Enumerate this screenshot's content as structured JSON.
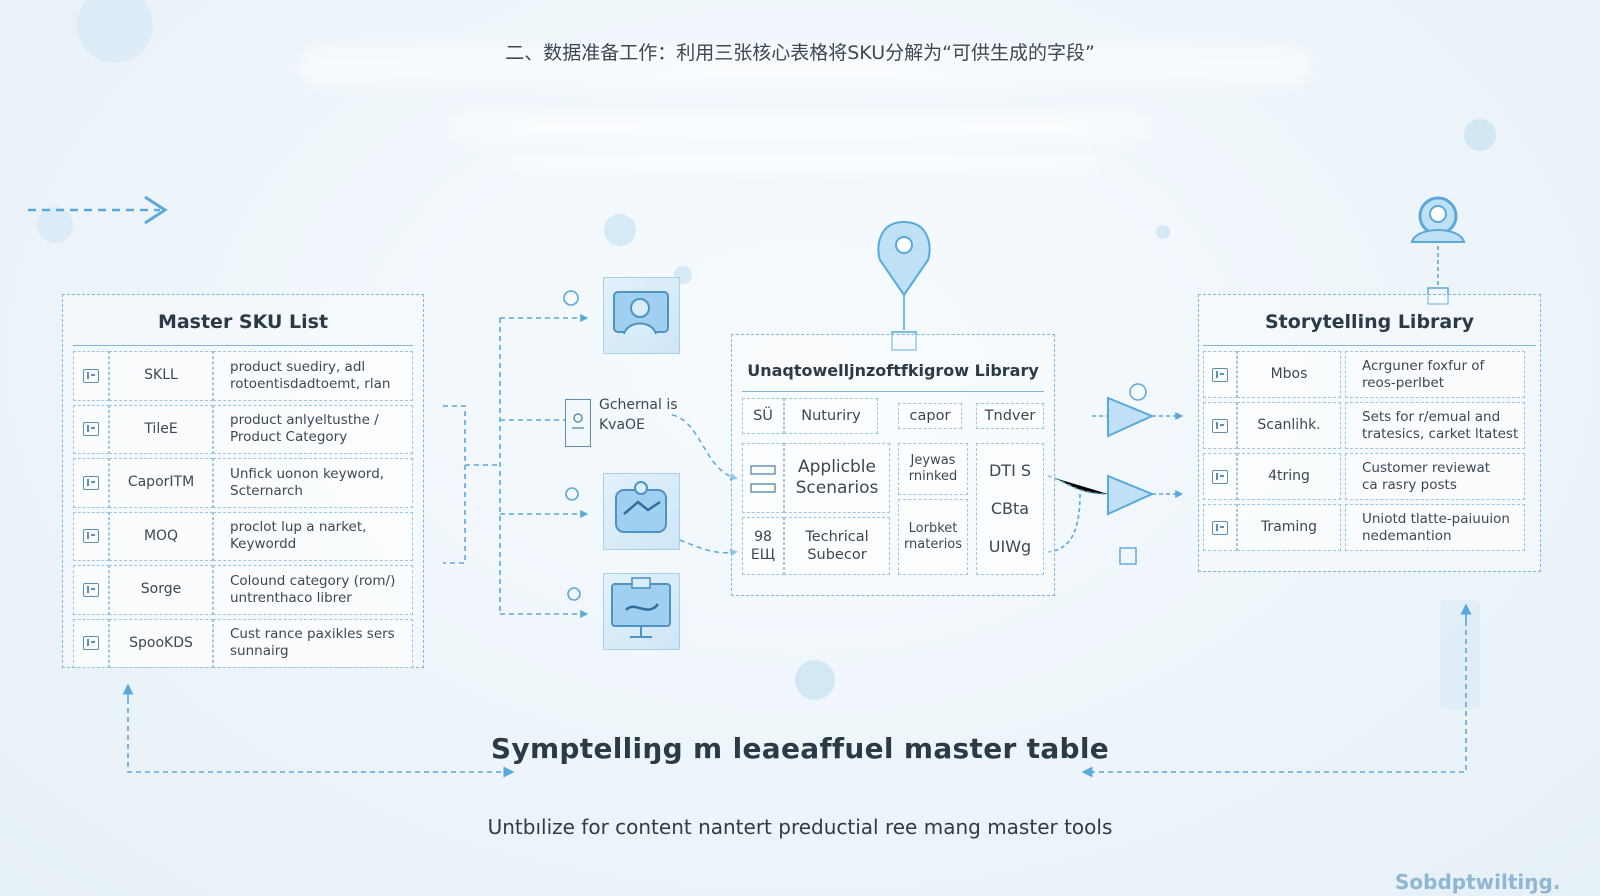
{
  "header": {
    "title": "二、数据准备工作：利用三张核心表格将SKU分解为“可供生成的字段”"
  },
  "master_sku": {
    "title": "Master SKU List",
    "rows": [
      {
        "key": "SKLL",
        "desc": [
          "product suediry, adl",
          "rotoentisdadtoemt, rlan"
        ]
      },
      {
        "key": "TileE",
        "desc": [
          "product anlyeltusthe /",
          "Product Category"
        ]
      },
      {
        "key": "CaporITM",
        "desc": [
          "Unfick uonon keyword,",
          "Scternarch"
        ]
      },
      {
        "key": "MOQ",
        "desc": [
          "proclot lup a narket,",
          "Keywordd"
        ]
      },
      {
        "key": "Sorge",
        "desc": [
          "Colound category (rom/)",
          "untrenthaco librer"
        ]
      },
      {
        "key": "SpooKDS",
        "desc": [
          "Cust rance paxikles sers",
          "sunnairg"
        ]
      }
    ]
  },
  "middle_labels": {
    "side_label": [
      "Gchernal is",
      "KvaOE"
    ]
  },
  "center_library": {
    "title": "Unaqtowelljnzoftfkigrow Library",
    "row1": [
      "SÜ",
      "Nuturiry",
      "capor",
      "Tndver"
    ],
    "applicable": [
      "Applicble",
      "Scenarios"
    ],
    "technical": [
      "Techrical",
      "Subecor"
    ],
    "left_glyph": [
      "98",
      "EЩ"
    ],
    "col3": [
      [
        "Jeywas",
        "rninked"
      ],
      [
        "Lorbket",
        "rnaterios"
      ]
    ],
    "col4": [
      "DTI S",
      "CBta",
      "UIWg"
    ]
  },
  "storytelling": {
    "title": "Storytelling Library",
    "rows": [
      {
        "key": "Mbos",
        "desc": [
          "Acrguner foxfur of",
          "reos-perlbet"
        ]
      },
      {
        "key": "Scanlihk.",
        "desc": [
          "Sets for r/emual and",
          "tratesics, carket ltatest"
        ]
      },
      {
        "key": "4tring",
        "desc": [
          "Customer reviewat",
          "ca rasry posts"
        ]
      },
      {
        "key": "Traming",
        "desc": [
          "Uniotd tlatte-paiuuion",
          "nedemantion"
        ]
      }
    ]
  },
  "bottom": {
    "title": "Symptelliŋg m leaeaffuel master table",
    "subtitle": "Untbılize for content nantert preductial ree mang master tools"
  },
  "watermark": "Sobdptwiltiŋg.",
  "colors": {
    "accent": "#5aa9dc",
    "accent_light": "#bfdff3",
    "dashed": "#7fb6db",
    "text": "#2c3a46"
  }
}
